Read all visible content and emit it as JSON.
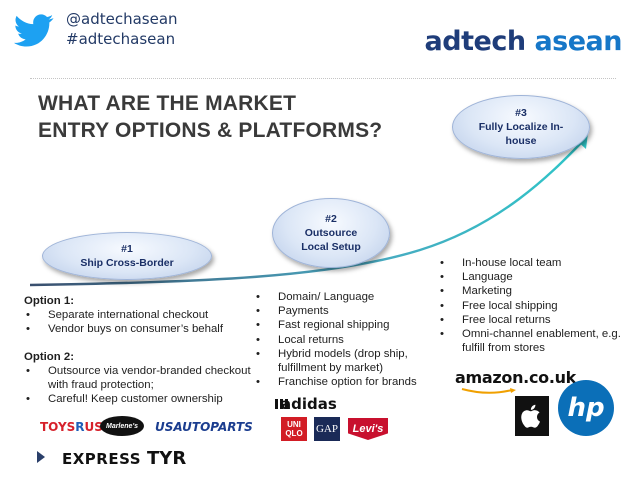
{
  "header": {
    "twitter_handle": "@adtechasean",
    "hashtag": "#adtechasean",
    "brand": {
      "ad": "ad",
      "tech": "tech",
      "asean": "asean"
    },
    "colors": {
      "brand_dark": "#1f3d7a",
      "brand_light": "#1677c8",
      "twitter": "#1da1f2"
    }
  },
  "title": {
    "line1": "WHAT ARE THE MARKET",
    "line2": "ENTRY OPTIONS & PLATFORMS?"
  },
  "stages": [
    {
      "num": "#1",
      "label": "Ship Cross-Border"
    },
    {
      "num": "#2",
      "label_line1": "Outsource",
      "label_line2": "Local Setup"
    },
    {
      "num": "#3",
      "label_line1": "Fully Localize In-",
      "label_line2": "house"
    }
  ],
  "left_column": {
    "option1_heading": "Option 1:",
    "option1_items": [
      "Separate international checkout",
      "Vendor buys on consumer’s behalf"
    ],
    "option2_heading": "Option 2:",
    "option2_items": [
      "Outsource via vendor-branded checkout with fraud protection;",
      "Careful! Keep customer ownership"
    ]
  },
  "middle_column": {
    "items": [
      "Domain/ Language",
      "Payments",
      "Fast regional shipping",
      "Local returns",
      "Hybrid models (drop ship, fulfillment by market)",
      "Franchise option for brands"
    ]
  },
  "right_column": {
    "items": [
      "In-house local team",
      "Language",
      "Marketing",
      "Free local shipping",
      "Free local returns",
      "Omni-channel enablement, e.g. fulfill from stores"
    ]
  },
  "logos": {
    "toysrus_a": "TOYS",
    "toysrus_b": "R",
    "toysrus_c": "US",
    "marlene": "Marlene's",
    "usautoparts": "USAUTOPARTS",
    "express": "EXPRESS",
    "tyr": "TYR",
    "adidas": "adidas",
    "uniqlo_1": "UNI",
    "uniqlo_2": "QLO",
    "gap": "GAP",
    "levis": "Levi's",
    "amazon": "amazon.co.uk",
    "hp": "hp"
  }
}
